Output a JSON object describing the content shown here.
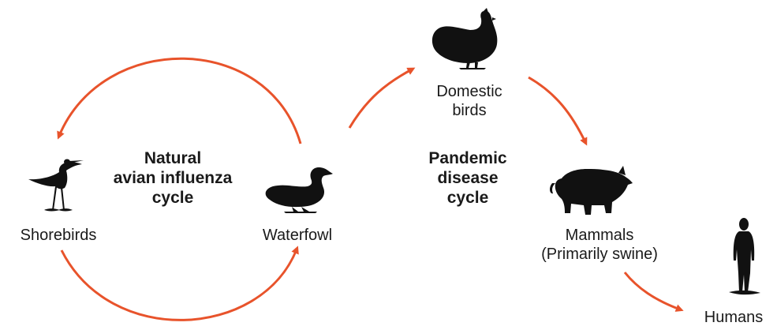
{
  "colors": {
    "arrow": "#E8532B",
    "silhouette": "#111111",
    "text": "#1a1a1a"
  },
  "nodes": {
    "shorebirds": {
      "label": "Shorebirds",
      "icon": "shorebird-icon"
    },
    "waterfowl": {
      "label": "Waterfowl",
      "icon": "duck-icon"
    },
    "domestic_birds": {
      "label_line1": "Domestic",
      "label_line2": "birds",
      "icon": "chicken-icon"
    },
    "mammals": {
      "label_line1": "Mammals",
      "label_line2": "(Primarily swine)",
      "icon": "pig-icon"
    },
    "humans": {
      "label": "Humans",
      "icon": "human-icon"
    }
  },
  "cycles": {
    "natural": {
      "line1": "Natural",
      "line2": "avian influenza",
      "line3": "cycle"
    },
    "pandemic": {
      "line1": "Pandemic",
      "line2": "disease",
      "line3": "cycle"
    }
  }
}
